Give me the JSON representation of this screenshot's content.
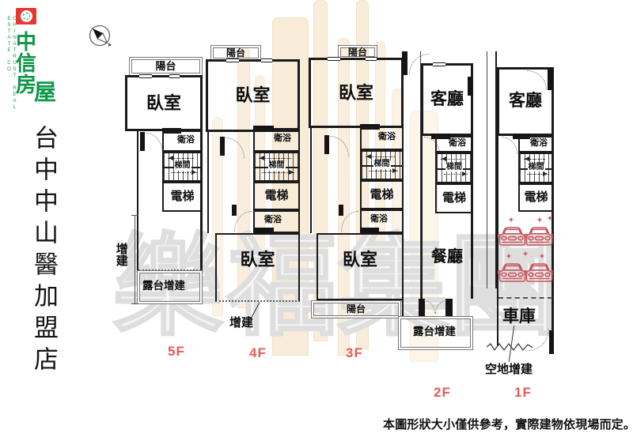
{
  "branding": {
    "company_en": "CHINATRUST REAL ESTATE CO.",
    "logo_chars": [
      "中",
      "信",
      "房",
      "屋"
    ],
    "store_name": "台中中山醫加盟店",
    "brand_green": "#0a9747",
    "brand_red": "#e4392c"
  },
  "watermark": {
    "chars": [
      "樂",
      "福",
      "集",
      "團"
    ]
  },
  "colors": {
    "floor_label_red": "#e85a57",
    "car_red": "#c9545c",
    "wall": "#1a1a1a"
  },
  "floors": {
    "f5": {
      "name": "5F",
      "balcony": "陽台",
      "bedroom": "臥室",
      "bath": "衛浴",
      "stairs": "梯間",
      "elevator": "電梯",
      "extension": "增建",
      "terrace_extension": "露台增建"
    },
    "f4": {
      "name": "4F",
      "balcony": "陽台",
      "bedroom1": "臥室",
      "bath1": "衛浴",
      "stairs": "梯間",
      "elevator": "電梯",
      "bath2": "衛浴",
      "bedroom2": "臥室",
      "extension": "增建"
    },
    "f3": {
      "name": "3F",
      "balcony": "陽台",
      "bedroom1": "臥室",
      "bath1": "衛浴",
      "stairs": "梯間",
      "elevator": "電梯",
      "bath2": "衛浴",
      "bedroom2": "臥室",
      "balcony_bottom": "陽台"
    },
    "f2": {
      "name": "2F",
      "living": "客廳",
      "bath": "衛浴",
      "stairs": "梯間",
      "elevator": "電梯",
      "dining": "餐廳",
      "terrace_extension": "露台增建"
    },
    "f1": {
      "name": "1F",
      "living": "客廳",
      "bath": "衛浴",
      "stairs": "梯間",
      "elevator": "電梯",
      "garage": "車庫",
      "vacant_extension": "空地增建"
    }
  },
  "disclaimer": "本圖形狀大小僅供參考，實際建物依現場而定。"
}
